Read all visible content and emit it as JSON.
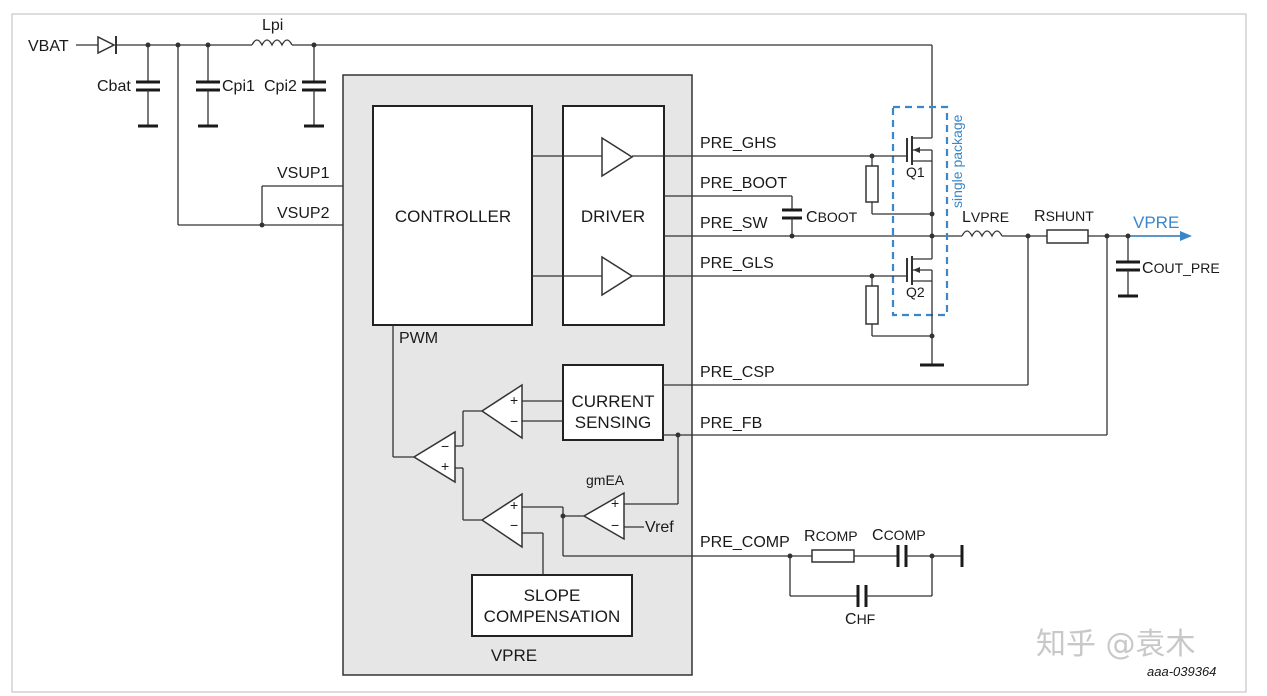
{
  "nodes": {
    "vbat": "VBAT",
    "vsup1": "VSUP1",
    "vsup2": "VSUP2",
    "vpre_out": "VPRE",
    "vpre_block": "VPRE",
    "pwm": "PWM",
    "vref": "Vref",
    "gmea": "gmEA"
  },
  "components": {
    "lpi": "Lpi",
    "cbat": "Cbat",
    "cpi1": "Cpi1",
    "cpi2": "Cpi2",
    "q1": "Q1",
    "q2": "Q2",
    "single_package": "single package",
    "lvpre_main": "L",
    "lvpre_sub": "VPRE",
    "rshunt_main": "R",
    "rshunt_sub": "SHUNT",
    "cboot_main": "C",
    "cboot_sub": "BOOT",
    "cout_main": "C",
    "cout_sub": "OUT_PRE",
    "rcomp_main": "R",
    "rcomp_sub": "COMP",
    "ccomp_main": "C",
    "ccomp_sub": "COMP",
    "chf_main": "C",
    "chf_sub": "HF"
  },
  "blocks": {
    "controller": "CONTROLLER",
    "driver": "DRIVER",
    "current_sensing_1": "CURRENT",
    "current_sensing_2": "SENSING",
    "slope_1": "SLOPE",
    "slope_2": "COMPENSATION"
  },
  "pins": {
    "pre_ghs": "PRE_GHS",
    "pre_boot": "PRE_BOOT",
    "pre_sw": "PRE_SW",
    "pre_gls": "PRE_GLS",
    "pre_csp": "PRE_CSP",
    "pre_fb": "PRE_FB",
    "pre_comp": "PRE_COMP"
  },
  "signs": {
    "plus": "+",
    "minus": "−"
  },
  "watermark": "知乎 @袁木",
  "figure_code": "aaa-039364",
  "colors": {
    "accent": "#3a86c8",
    "chip_fill": "#e6e6e6",
    "wire": "#333333"
  }
}
